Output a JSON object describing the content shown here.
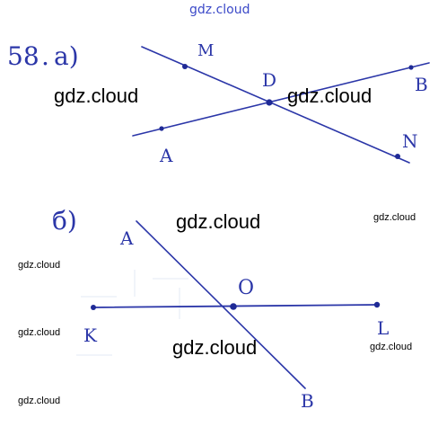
{
  "watermarks": {
    "top": "gdz.cloud",
    "a_left": "gdz.cloud",
    "a_right": "gdz.cloud",
    "b_center": "gdz.cloud",
    "b_right_small": "gdz.cloud",
    "left_small_1": "gdz.cloud",
    "left_small_2": "gdz.cloud",
    "left_small_3": "gdz.cloud",
    "b_bottom_center": "gdz.cloud",
    "b_bottom_right_small": "gdz.cloud"
  },
  "problem": {
    "number": "58",
    "part_a": "а)",
    "part_b": "б)"
  },
  "figure_a": {
    "labels": {
      "M": "M",
      "D": "D",
      "B": "B",
      "A": "A",
      "N": "N"
    }
  },
  "figure_b": {
    "labels": {
      "A": "A",
      "O": "O",
      "K": "K",
      "L": "L",
      "B": "B"
    }
  },
  "colors": {
    "ink": "#2b36a8",
    "watermark": "#000000",
    "top_watermark": "#3b49c8"
  }
}
